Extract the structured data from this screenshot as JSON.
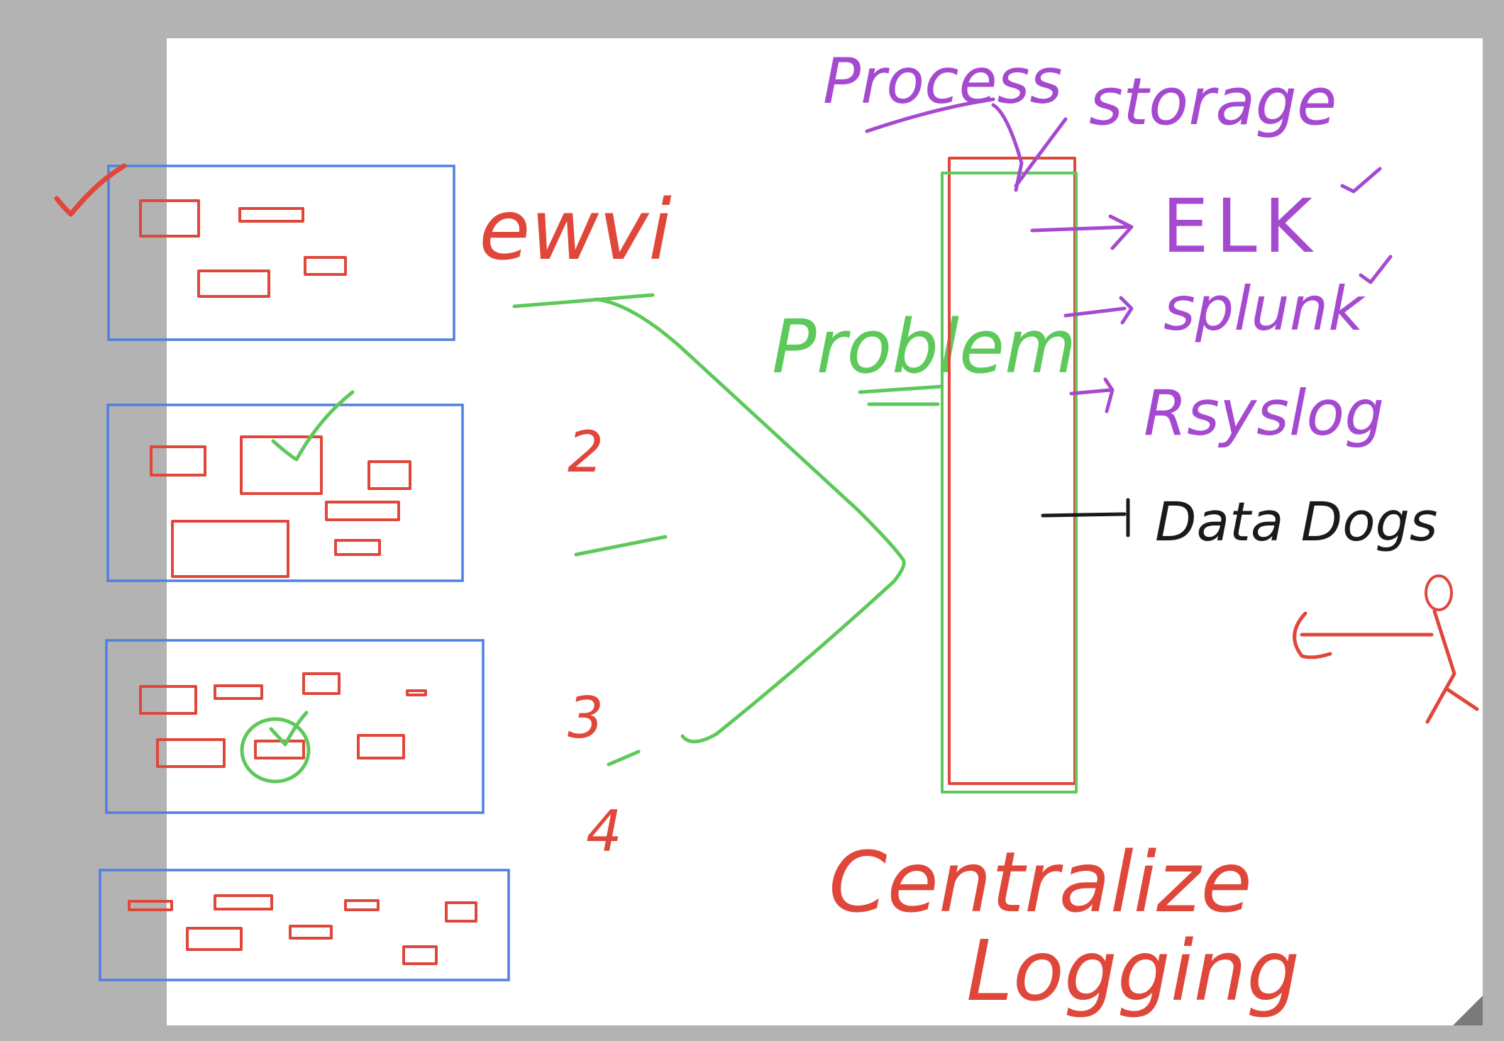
{
  "colors": {
    "background_gray": "#b3b3b3",
    "canvas": "#ffffff",
    "server_box": "#4f7fe0",
    "red_ink": "#e0473b",
    "green_ink": "#5cc95a",
    "purple_ink": "#a54ad0",
    "black_ink": "#1a1a1a"
  },
  "labels": {
    "env": "ewvi",
    "num_2": "2",
    "num_3": "3",
    "num_4": "4",
    "problem": "Problem",
    "process": "Process",
    "storage": "storage",
    "elk": "ELK",
    "splunk": "splunk",
    "rsyslog": "Rsyslog",
    "data_dogs": "Data Dogs",
    "centralize": "Centralize",
    "logging": "Logging"
  },
  "icons": {
    "servers": "server-box",
    "checks": "checkmark-icon",
    "person": "stick-figure-icon",
    "grip": "resize-grip-icon"
  }
}
